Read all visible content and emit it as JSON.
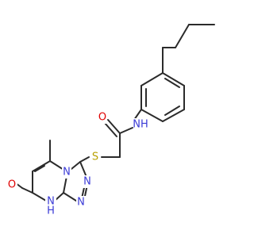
{
  "molecule": {
    "atom_labels": {
      "oxygen_amide": "O",
      "nitrogen_amide": "NH",
      "sulfur": "S",
      "nitrogen_ring_fused": "N",
      "nitrogen_triazole_1": "N",
      "nitrogen_triazole_2": "N",
      "oxygen_carbonyl": "O",
      "nitrogen_h": "N",
      "hydrogen_h": "H"
    },
    "colors": {
      "bond": "#2b2b2b",
      "nitrogen": "#3b3bd6",
      "oxygen": "#e00000",
      "sulfur": "#b8a100",
      "background": "#ffffff"
    }
  }
}
